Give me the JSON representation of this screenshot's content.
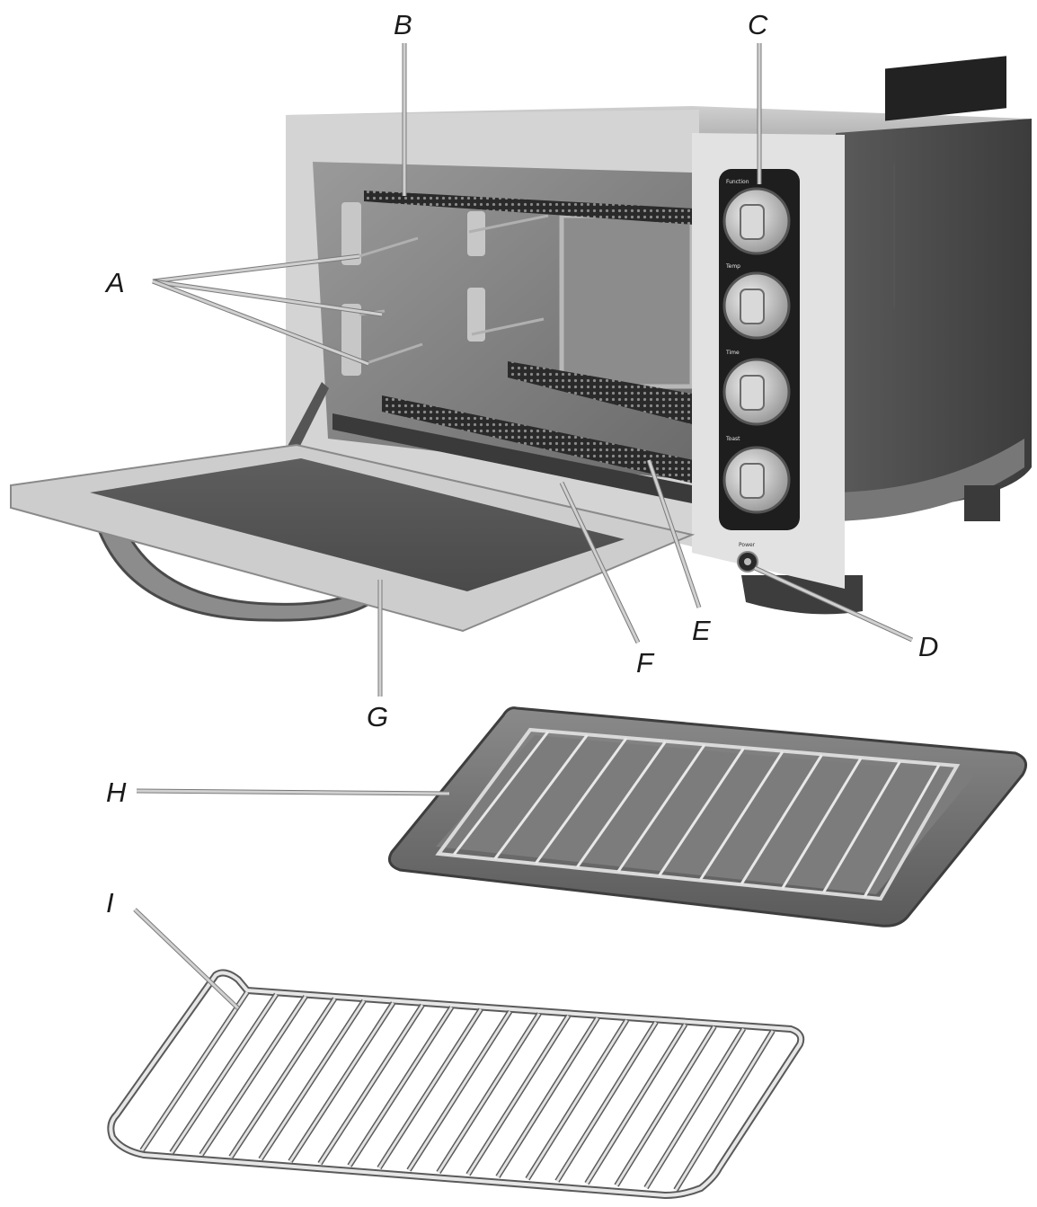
{
  "callouts": [
    {
      "id": "A",
      "label": "A"
    },
    {
      "id": "B",
      "label": "B"
    },
    {
      "id": "C",
      "label": "C"
    },
    {
      "id": "D",
      "label": "D"
    },
    {
      "id": "E",
      "label": "E"
    },
    {
      "id": "F",
      "label": "F"
    },
    {
      "id": "G",
      "label": "G"
    },
    {
      "id": "H",
      "label": "H"
    },
    {
      "id": "I",
      "label": "I"
    }
  ],
  "control_panel": {
    "function_label": "Function",
    "temp_label": "Temp",
    "time_label": "Time",
    "toast_label": "Toast",
    "power_label": "Power"
  },
  "colors": {
    "body_dark": "#4a4a4a",
    "frame_light": "#d8d8d8",
    "cavity": "#7e7e7e",
    "element": "#2e2e2e",
    "tray": "#6f6f6f",
    "rack_wire": "#e4e4e4"
  }
}
